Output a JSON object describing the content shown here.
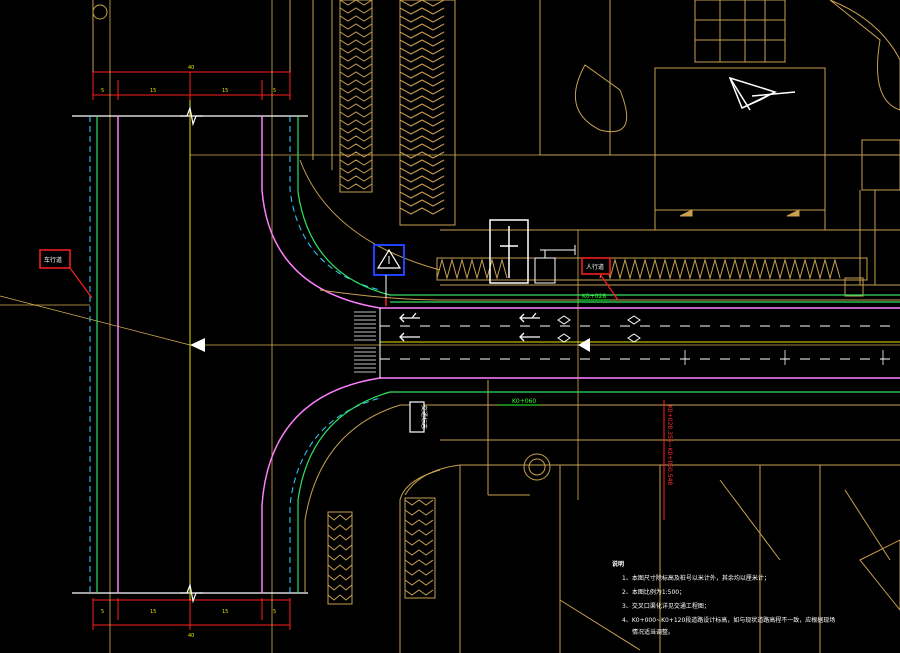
{
  "drawing": {
    "tags": {
      "left_tag": "车行道",
      "right_tag": "人行道",
      "green_station_top": "K0+028",
      "green_station_bottom": "K0+060",
      "red_vertical": "K0+028.356~K0+060.548",
      "sign_box": "交通标志"
    },
    "dimensions": {
      "top_total": "40",
      "top_segments": [
        "5",
        "15",
        "15",
        "5"
      ],
      "bottom_total": "40",
      "bottom_segments": [
        "5",
        "15",
        "15",
        "5"
      ]
    },
    "notes": {
      "heading": "说明",
      "items": [
        "1、本图尺寸除标高及桩号以米计外，其余均以厘米计；",
        "2、本图比例为1:500；",
        "3、交叉口渠化详见交通工程图；",
        "4、K0+000~K0+120段道路设计标高，如与现状道路高程不一致，应根据现场",
        "情况适当调整。"
      ]
    }
  },
  "colors": {
    "background": "#000000",
    "road_edge": "#ff80ff",
    "road_white": "#ffffff",
    "curb_green": "#30e060",
    "dash_cyan": "#30d0ff",
    "dim_red": "#ff2020",
    "building": "#c8a050",
    "centerline": "#e8e000"
  }
}
